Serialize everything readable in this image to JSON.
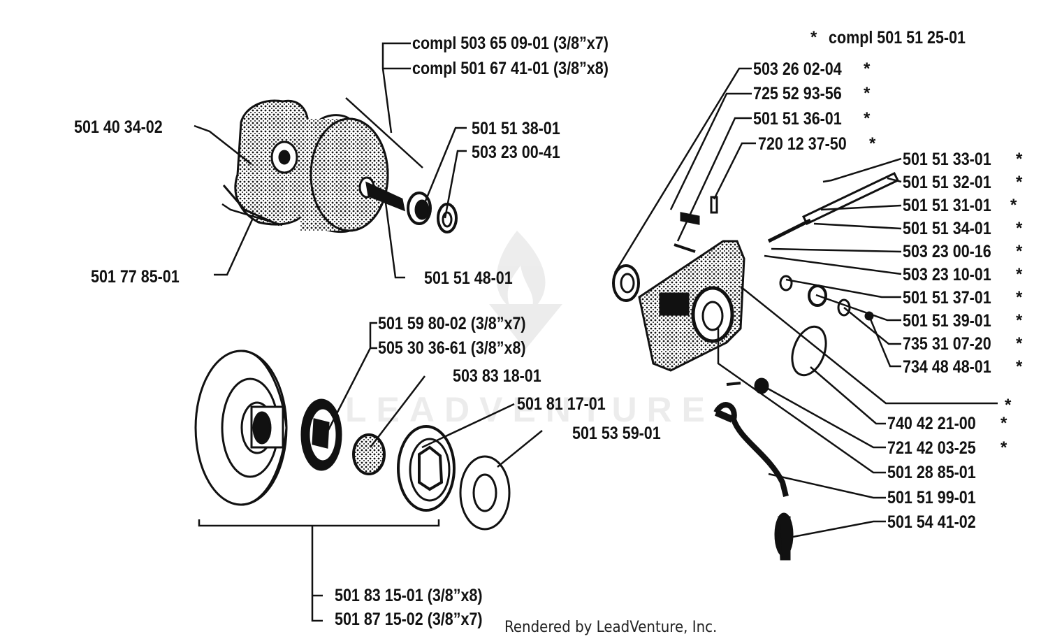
{
  "labels": {
    "compl_left_1": "compl 503 65 09-01 (3/8”x7)",
    "compl_left_2": "compl 501 67 41-01 (3/8”x8)",
    "p501_40_34_02": "501 40 34-02",
    "p501_51_38_01": "501 51 38-01",
    "p503_23_00_41": "503 23 00-41",
    "p501_77_85_01": "501 77 85-01",
    "p501_51_48_01": "501 51 48-01",
    "p501_59_80_02": "501 59 80-02 (3/8”x7)",
    "p505_30_36_61": "505 30 36-61 (3/8”x8)",
    "p503_83_18_01": "503 83 18-01",
    "p501_81_17_01": "501 81 17-01",
    "p501_53_59_01": "501 53 59-01",
    "p501_83_15_01": "501 83 15-01 (3/8”x8)",
    "p501_87_15_02": "501 87 15-02 (3/8”x7)",
    "compl_right": "compl 501 51 25-01",
    "p503_26_02_04": "503 26 02-04",
    "p725_52_93_56": "725 52 93-56",
    "p501_51_36_01": "501 51 36-01",
    "p720_12_37_50": "720 12 37-50",
    "p501_51_33_01": "501 51 33-01",
    "p501_51_32_01": "501 51 32-01",
    "p501_51_31_01": "501 51 31-01",
    "p501_51_34_01": "501 51 34-01",
    "p503_23_00_16": "503 23 00-16",
    "p503_23_10_01": "503 23 10-01",
    "p501_51_37_01": "501 51 37-01",
    "p501_51_39_01": "501 51 39-01",
    "p735_31_07_20": "735 31 07-20",
    "p734_48_48_01": "734 48 48-01",
    "p740_42_21_00": "740 42 21-00",
    "p721_42_03_25": "721 42 03-25",
    "p501_28_85_01": "501 28 85-01",
    "p501_51_99_01": "501 51 99-01",
    "p501_54_41_02": "501 54 41-02"
  },
  "star": "*",
  "watermark": "LEADVENTURE",
  "credit": "Rendered by LeadVenture, Inc.",
  "colors": {
    "ink": "#111111",
    "background": "#ffffff"
  }
}
